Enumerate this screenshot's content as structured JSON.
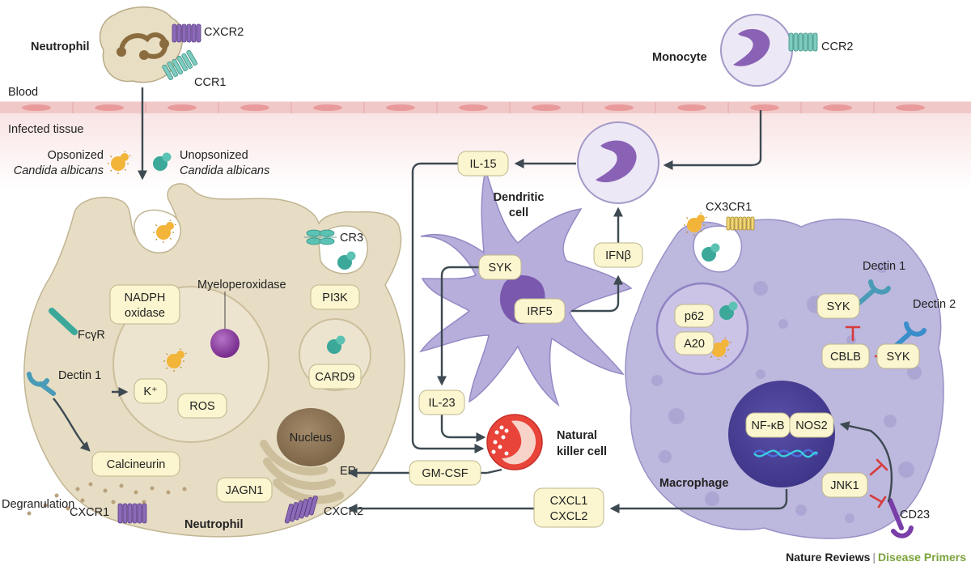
{
  "regions": {
    "blood": "Blood",
    "tissue": "Infected tissue"
  },
  "cells": {
    "neutrophil_top": "Neutrophil",
    "neutrophil_main": "Neutrophil",
    "monocyte": "Monocyte",
    "dendritic_line1": "Dendritic",
    "dendritic_line2": "cell",
    "nk_line1": "Natural",
    "nk_line2": "killer cell",
    "macrophage": "Macrophage"
  },
  "receptors": {
    "cxcr2_top": "CXCR2",
    "ccr1": "CCR1",
    "ccr2": "CCR2",
    "cr3": "CR3",
    "fcgr": "FcγR",
    "dectin1_neut": "Dectin 1",
    "cx3cr1": "CX3CR1",
    "dectin1_mac": "Dectin 1",
    "dectin2": "Dectin 2",
    "cd23": "CD23",
    "cxcr1": "CXCR1",
    "cxcr2_bottom": "CXCR2"
  },
  "fungi": {
    "opsonized_1": "Opsonized",
    "opsonized_2": "Candida albicans",
    "unopsonized_1": "Unopsonized",
    "unopsonized_2": "Candida albicans"
  },
  "labels": {
    "myeloperoxidase": "Myeloperoxidase",
    "nucleus": "Nucleus",
    "er": "ER",
    "degranulation": "Degranulation"
  },
  "boxes": {
    "nadph_1": "NADPH",
    "nadph_2": "oxidase",
    "pi3k": "PI3K",
    "k": "K⁺",
    "ros": "ROS",
    "card9": "CARD9",
    "calcineurin": "Calcineurin",
    "jagn1": "JAGN1",
    "il15": "IL-15",
    "ifnb": "IFNβ",
    "syk_dc": "SYK",
    "irf5": "IRF5",
    "il23": "IL-23",
    "gmcsf": "GM-CSF",
    "cxcl1": "CXCL1",
    "cxcl2": "CXCL2",
    "p62": "p62",
    "a20": "A20",
    "syk_mac1": "SYK",
    "cblb": "CBLB",
    "syk_mac2": "SYK",
    "nfkb": "NF-κB",
    "nos2": "NOS2",
    "jnk1": "JNK1"
  },
  "footer": {
    "journal": "Nature Reviews",
    "series": "Disease Primers"
  },
  "colors": {
    "neutrophil": "#e6ddc4",
    "macrophage": "#bdb8dd",
    "dendritic": "#b8aedb",
    "monocyte": "#e8e2f3",
    "nk": "#e9443a",
    "box": "#fbf6cf"
  }
}
